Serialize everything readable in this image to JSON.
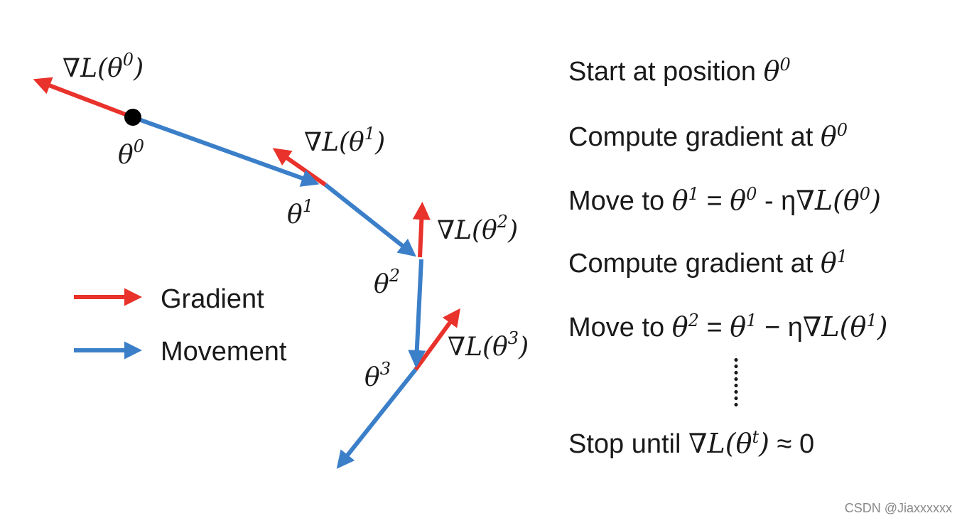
{
  "diagram": {
    "points": [
      {
        "base": "θ",
        "sup": "0"
      },
      {
        "base": "θ",
        "sup": "1"
      },
      {
        "base": "θ",
        "sup": "2"
      },
      {
        "base": "θ",
        "sup": "3"
      }
    ],
    "gradients": [
      {
        "prefix": "∇L(",
        "base": "θ",
        "sup": "0",
        "suffix": ")"
      },
      {
        "prefix": "∇L(",
        "base": "θ",
        "sup": "1",
        "suffix": ")"
      },
      {
        "prefix": "∇L(",
        "base": "θ",
        "sup": "2",
        "suffix": ")"
      },
      {
        "prefix": "∇L(",
        "base": "θ",
        "sup": "3",
        "suffix": ")"
      }
    ],
    "legend": {
      "gradient_label": "Gradient",
      "movement_label": "Movement"
    },
    "colors": {
      "gradient": "#e8322b",
      "movement": "#3b7fc9",
      "point": "#000000"
    }
  },
  "steps": {
    "s1": {
      "text": "Start at position ",
      "sym": "θ",
      "sup": "0"
    },
    "s2": {
      "text": "Compute gradient at ",
      "sym": "θ",
      "sup": "0"
    },
    "s3": {
      "text": "Move to ",
      "a": "θ",
      "a_sup": "1",
      "eq": " = ",
      "b": "θ",
      "b_sup": "0",
      "op": " - η",
      "nabla": "∇L(",
      "c": "θ",
      "c_sup": "0",
      "close": ")"
    },
    "s4": {
      "text": "Compute gradient at ",
      "sym": "θ",
      "sup": "1"
    },
    "s5": {
      "text": "Move to ",
      "a": "θ",
      "a_sup": "2",
      "eq": " = ",
      "b": "θ",
      "b_sup": "1",
      "op": " − η",
      "nabla": "∇L(",
      "c": "θ",
      "c_sup": "1",
      "close": ")"
    },
    "s6": {
      "text": "Stop until ",
      "nabla": "∇L(",
      "sym": "θ",
      "sup": "t",
      "close": ")",
      "approx": " ≈ 0"
    }
  },
  "watermark": "CSDN @Jiaxxxxxx"
}
